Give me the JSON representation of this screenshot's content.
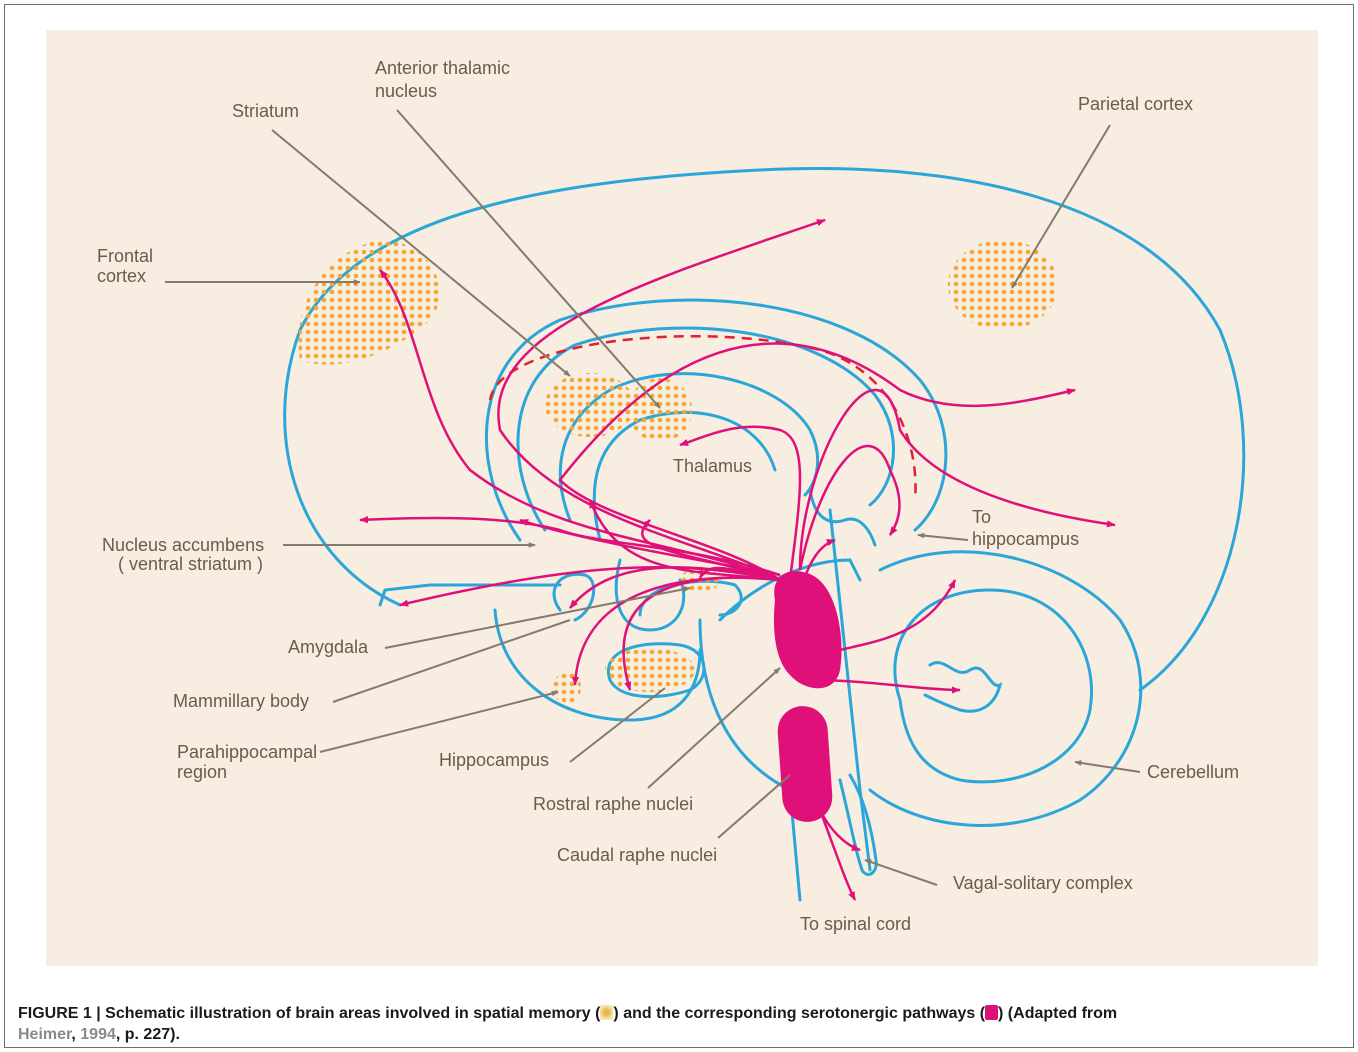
{
  "figure": {
    "labels": {
      "anterior_thalamic": [
        "Anterior thalamic",
        "nucleus"
      ],
      "striatum": "Striatum",
      "parietal_cortex": "Parietal cortex",
      "frontal_cortex": [
        "Frontal",
        "cortex"
      ],
      "thalamus": "Thalamus",
      "to_hippocampus": [
        "To",
        "hippocampus"
      ],
      "nucleus_accumbens": [
        "Nucleus accumbens",
        "( ventral striatum )"
      ],
      "amygdala": "Amygdala",
      "mammillary_body": "Mammillary body",
      "parahippocampal": [
        "Parahippocampal",
        "region"
      ],
      "hippocampus": "Hippocampus",
      "rostral_raphe": "Rostral raphe nuclei",
      "caudal_raphe": "Caudal raphe nuclei",
      "cerebellum": "Cerebellum",
      "vagal_solitary": "Vagal-solitary complex",
      "to_spinal_cord": "To spinal cord"
    },
    "colors": {
      "panel_bg": "#f7ede0",
      "brain_outline": "#2aa6d8",
      "pathway": "#e0107a",
      "memory_dots": "#f0a830",
      "leader_line": "#857a6e"
    }
  },
  "caption": {
    "part1": "FIGURE 1 | Schematic illustration of brain areas involved in spatial memory (",
    "part2": ") and the corresponding serotonergic pathways (",
    "part3": ") (Adapted from ",
    "ref_author": "Heimer",
    "comma": ", ",
    "ref_year": "1994",
    "part4": ", p. 227)."
  }
}
